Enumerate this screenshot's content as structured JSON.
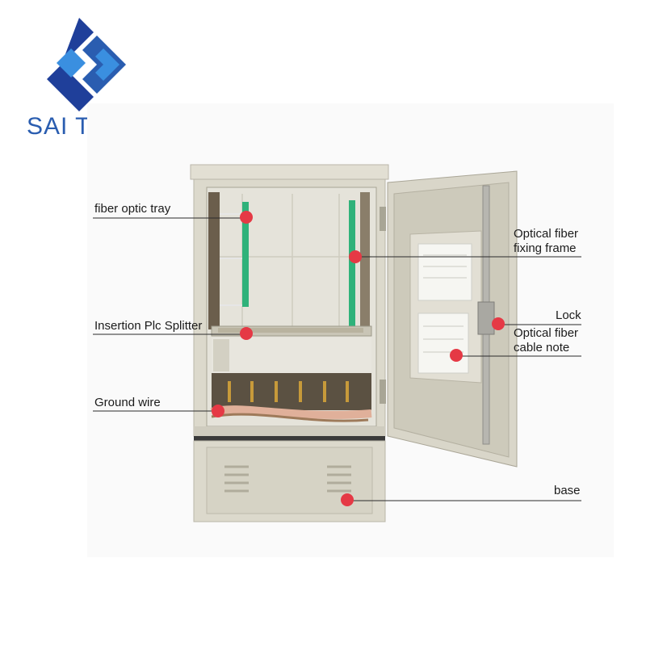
{
  "brand": {
    "name": "SAI TONG",
    "logo_colors": [
      "#1f3f9a",
      "#3a8fe0",
      "#2a5db0"
    ]
  },
  "labels": {
    "fiber_optic_tray": "fiber optic tray",
    "insertion_plc_splitter": "Insertion Plc Splitter",
    "ground_wire": "Ground wire",
    "optical_fiber_fixing_frame_line1": "Optical fiber",
    "optical_fiber_fixing_frame_line2": "fixing frame",
    "lock": "Lock",
    "optical_fiber_cable_note_line1": "Optical fiber",
    "optical_fiber_cable_note_line2": "cable note",
    "base": "base"
  },
  "colors": {
    "marker": "#e53945",
    "cabinet": "#dcd9cc",
    "cabinet_shadow": "#c4c1b3",
    "adapters": "#2fb27a",
    "cable": "#e0b09a"
  }
}
